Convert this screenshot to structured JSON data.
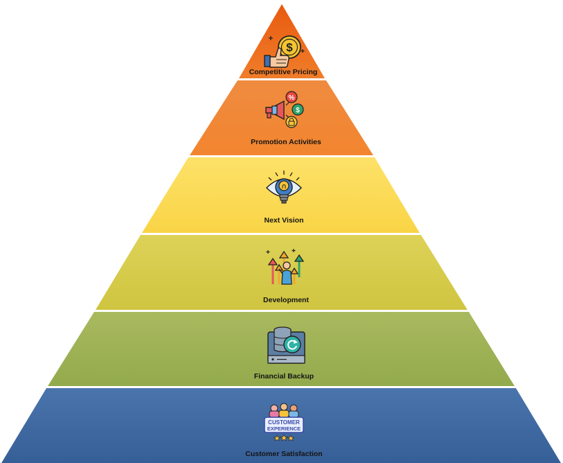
{
  "pyramid": {
    "tiers": [
      {
        "label": "Competitive Pricing",
        "icon": "thumbs-up-dollar-icon",
        "color": "#ef6a1a"
      },
      {
        "label": "Promotion Activities",
        "icon": "megaphone-promotion-icon",
        "color": "#f08a3c"
      },
      {
        "label": "Next Vision",
        "icon": "lightbulb-eye-icon",
        "color": "#fbd84e"
      },
      {
        "label": "Development",
        "icon": "growth-arrows-person-icon",
        "color": "#d6cc48"
      },
      {
        "label": "Financial Backup",
        "icon": "database-backup-icon",
        "color": "#9db155"
      },
      {
        "label": "Customer Satisfaction",
        "icon": "customer-experience-icon",
        "color": "#3f68a0"
      }
    ],
    "customer_badge": {
      "line1": "CUSTOMER",
      "line2": "EXPERIENCE"
    },
    "promo_symbols": {
      "percent": "%",
      "dollar": "$"
    },
    "pricing_symbol": "$"
  }
}
